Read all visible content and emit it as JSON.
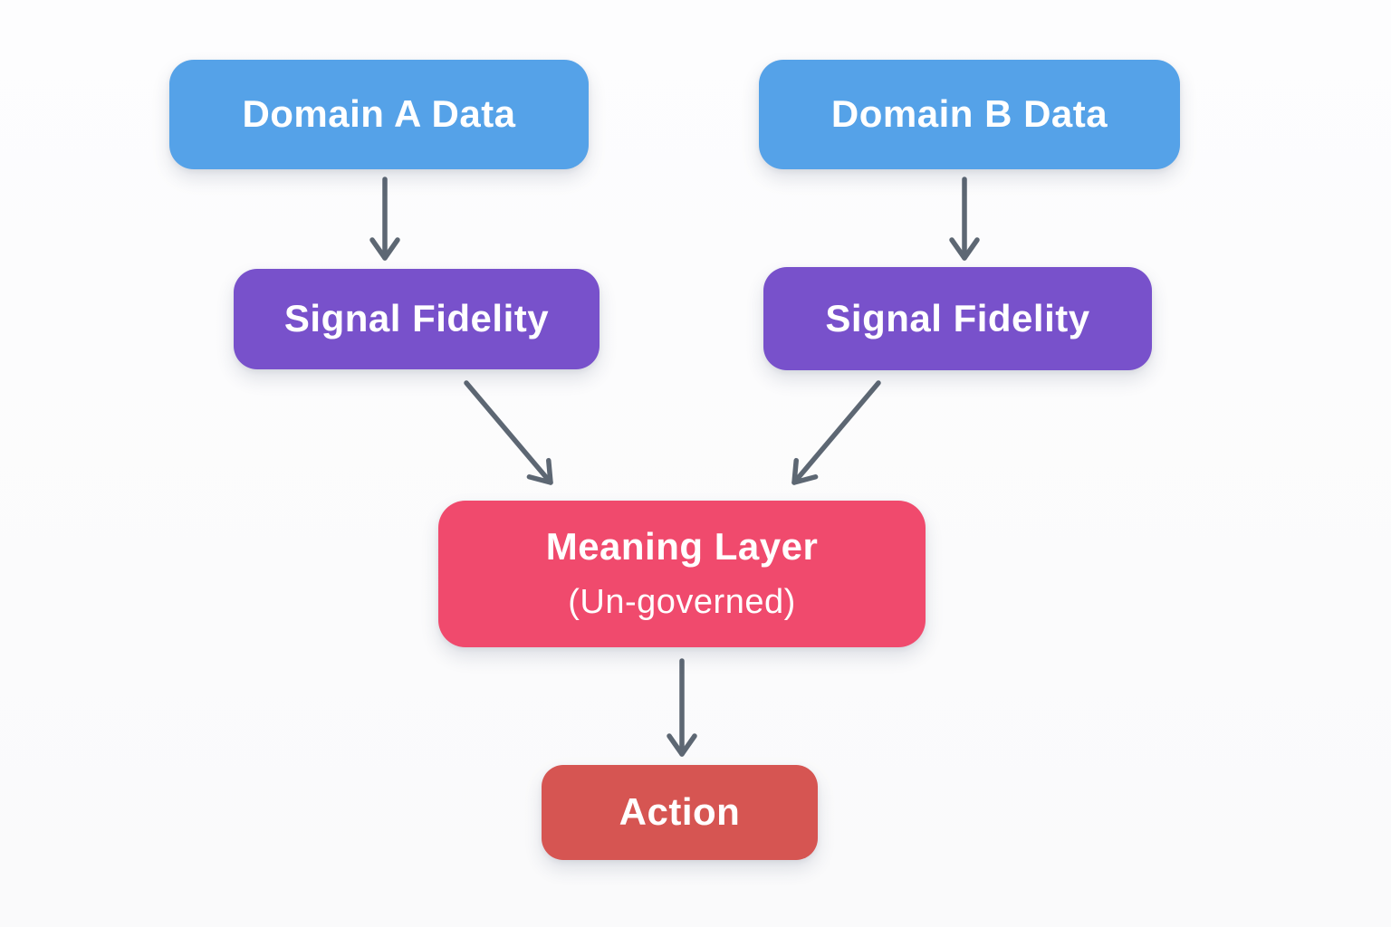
{
  "page": {
    "background": "#fbfbfc"
  },
  "diagram": {
    "type": "flowchart",
    "nodes": [
      {
        "id": "domain-a-data",
        "label": "Domain A Data",
        "color": "#55a2e8",
        "text_color": "#ffffff"
      },
      {
        "id": "domain-b-data",
        "label": "Domain B Data",
        "color": "#55a2e8",
        "text_color": "#ffffff"
      },
      {
        "id": "signal-fidelity-left",
        "label": "Signal Fidelity",
        "color": "#7851cb",
        "text_color": "#ffffff"
      },
      {
        "id": "signal-fidelity-right",
        "label": "Signal Fidelity",
        "color": "#7851cb",
        "text_color": "#ffffff"
      },
      {
        "id": "meaning-layer",
        "label": "Meaning Layer",
        "sublabel": "(Un‑governed)",
        "color": "#f04a6d",
        "text_color": "#ffffff"
      },
      {
        "id": "action",
        "label": "Action",
        "color": "#d65552",
        "text_color": "#ffffff"
      }
    ],
    "edges": [
      {
        "from": "domain-a-data",
        "to": "signal-fidelity-left"
      },
      {
        "from": "domain-b-data",
        "to": "signal-fidelity-right"
      },
      {
        "from": "signal-fidelity-left",
        "to": "meaning-layer"
      },
      {
        "from": "signal-fidelity-right",
        "to": "meaning-layer"
      },
      {
        "from": "meaning-layer",
        "to": "action"
      }
    ],
    "arrow_color": "#5d6773"
  }
}
